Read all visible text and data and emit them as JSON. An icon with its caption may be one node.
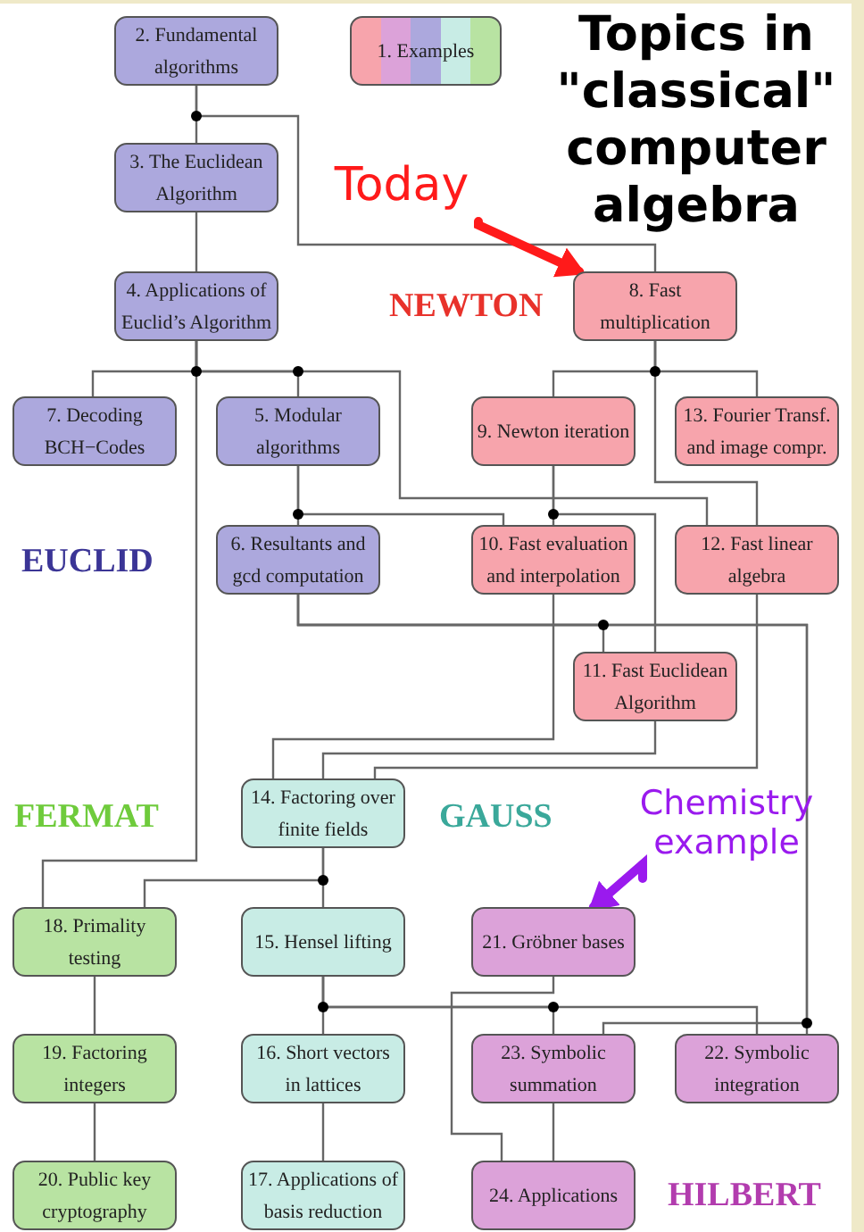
{
  "diagram": {
    "title": "Topics in \"classical\" computer algebra",
    "nodes": [
      {
        "text": [
          "2. Fundamental algorithms"
        ]
      },
      {
        "text": [
          "1. Examples"
        ]
      },
      {
        "text": [
          "3. The Euclidean Algorithm"
        ]
      },
      {
        "text": [
          "Today"
        ]
      },
      {
        "text": [
          "4. Applications of Euclid’s Algorithm"
        ]
      },
      {
        "text": [
          "8. Fast multiplication"
        ]
      },
      {
        "text": [
          "7. Decoding BCH−Codes"
        ]
      },
      {
        "text": [
          "5. Modular algorithms"
        ]
      },
      {
        "text": [
          "9. Newton iteration"
        ]
      },
      {
        "text": [
          "13. Fourier Transf. and image compr."
        ]
      },
      {
        "text": [
          "6. Resultants and gcd computation"
        ]
      },
      {
        "text": [
          "10. Fast evaluation and interpolation"
        ]
      },
      {
        "text": [
          "12. Fast linear algebra"
        ]
      },
      {
        "text": [
          "11. Fast Euclidean Algorithm"
        ]
      },
      {
        "text": [
          "14. Factoring over finite fields"
        ]
      },
      {
        "text": [
          "Chemistry example"
        ]
      },
      {
        "text": [
          "18. Primality testing"
        ]
      },
      {
        "text": [
          "15. Hensel lifting"
        ]
      },
      {
        "text": [
          "21. Gröbner bases"
        ]
      },
      {
        "text": [
          "19. Factoring integers"
        ]
      },
      {
        "text": [
          "16. Short vectors in lattices"
        ]
      },
      {
        "text": [
          "23. Symbolic summation"
        ]
      },
      {
        "text": [
          "22. Symbolic integration"
        ]
      },
      {
        "text": [
          "20. Public key cryptography"
        ]
      },
      {
        "text": [
          "17. Applications of basis reduction"
        ]
      },
      {
        "text": [
          "24. Applications"
        ]
      }
    ],
    "edges": [
      {
        "from": 0,
        "to": 2,
        "arrow": "none"
      },
      {
        "from": 0,
        "to": 5,
        "arrow": "none"
      },
      {
        "from": 2,
        "to": 4,
        "arrow": "none"
      },
      {
        "from": 4,
        "to": 6,
        "arrow": "none"
      },
      {
        "from": 4,
        "to": 7,
        "arrow": "none"
      },
      {
        "from": 4,
        "to": 12,
        "arrow": "none"
      },
      {
        "from": 4,
        "to": 16,
        "arrow": "none"
      },
      {
        "from": 7,
        "to": 10,
        "arrow": "none"
      },
      {
        "from": 7,
        "to": 11,
        "arrow": "none"
      },
      {
        "from": 5,
        "to": 8,
        "arrow": "none"
      },
      {
        "from": 5,
        "to": 9,
        "arrow": "none"
      },
      {
        "from": 5,
        "to": 12,
        "arrow": "none"
      },
      {
        "from": 8,
        "to": 11,
        "arrow": "none"
      },
      {
        "from": 8,
        "to": 13,
        "arrow": "none"
      },
      {
        "from": 10,
        "to": 13,
        "arrow": "none"
      },
      {
        "from": 10,
        "to": 22,
        "arrow": "none"
      },
      {
        "from": 10,
        "to": 21,
        "arrow": "none"
      },
      {
        "from": 11,
        "to": 14,
        "arrow": "none"
      },
      {
        "from": 13,
        "to": 14,
        "arrow": "none"
      },
      {
        "from": 12,
        "to": 14,
        "arrow": "none"
      },
      {
        "from": 14,
        "to": 17,
        "arrow": "none"
      },
      {
        "from": 14,
        "to": 16,
        "arrow": "none"
      },
      {
        "from": 16,
        "to": 19,
        "arrow": "none"
      },
      {
        "from": 19,
        "to": 23,
        "arrow": "none"
      },
      {
        "from": 17,
        "to": 20,
        "arrow": "none"
      },
      {
        "from": 17,
        "to": 21,
        "arrow": "none"
      },
      {
        "from": 17,
        "to": 22,
        "arrow": "none"
      },
      {
        "from": 20,
        "to": 24,
        "arrow": "none"
      },
      {
        "from": 18,
        "to": 25,
        "arrow": "none"
      },
      {
        "from": 21,
        "to": 25,
        "arrow": "none"
      },
      {
        "from": 3,
        "to": 5,
        "arrow": "to",
        "style": "thick",
        "color": "#ff1a1a"
      },
      {
        "from": 15,
        "to": 18,
        "arrow": "to",
        "style": "thick",
        "color": "#9a1aee"
      }
    ],
    "labels": [
      "NEWTON",
      "EUCLID",
      "FERMAT",
      "GAUSS",
      "HILBERT"
    ]
  }
}
